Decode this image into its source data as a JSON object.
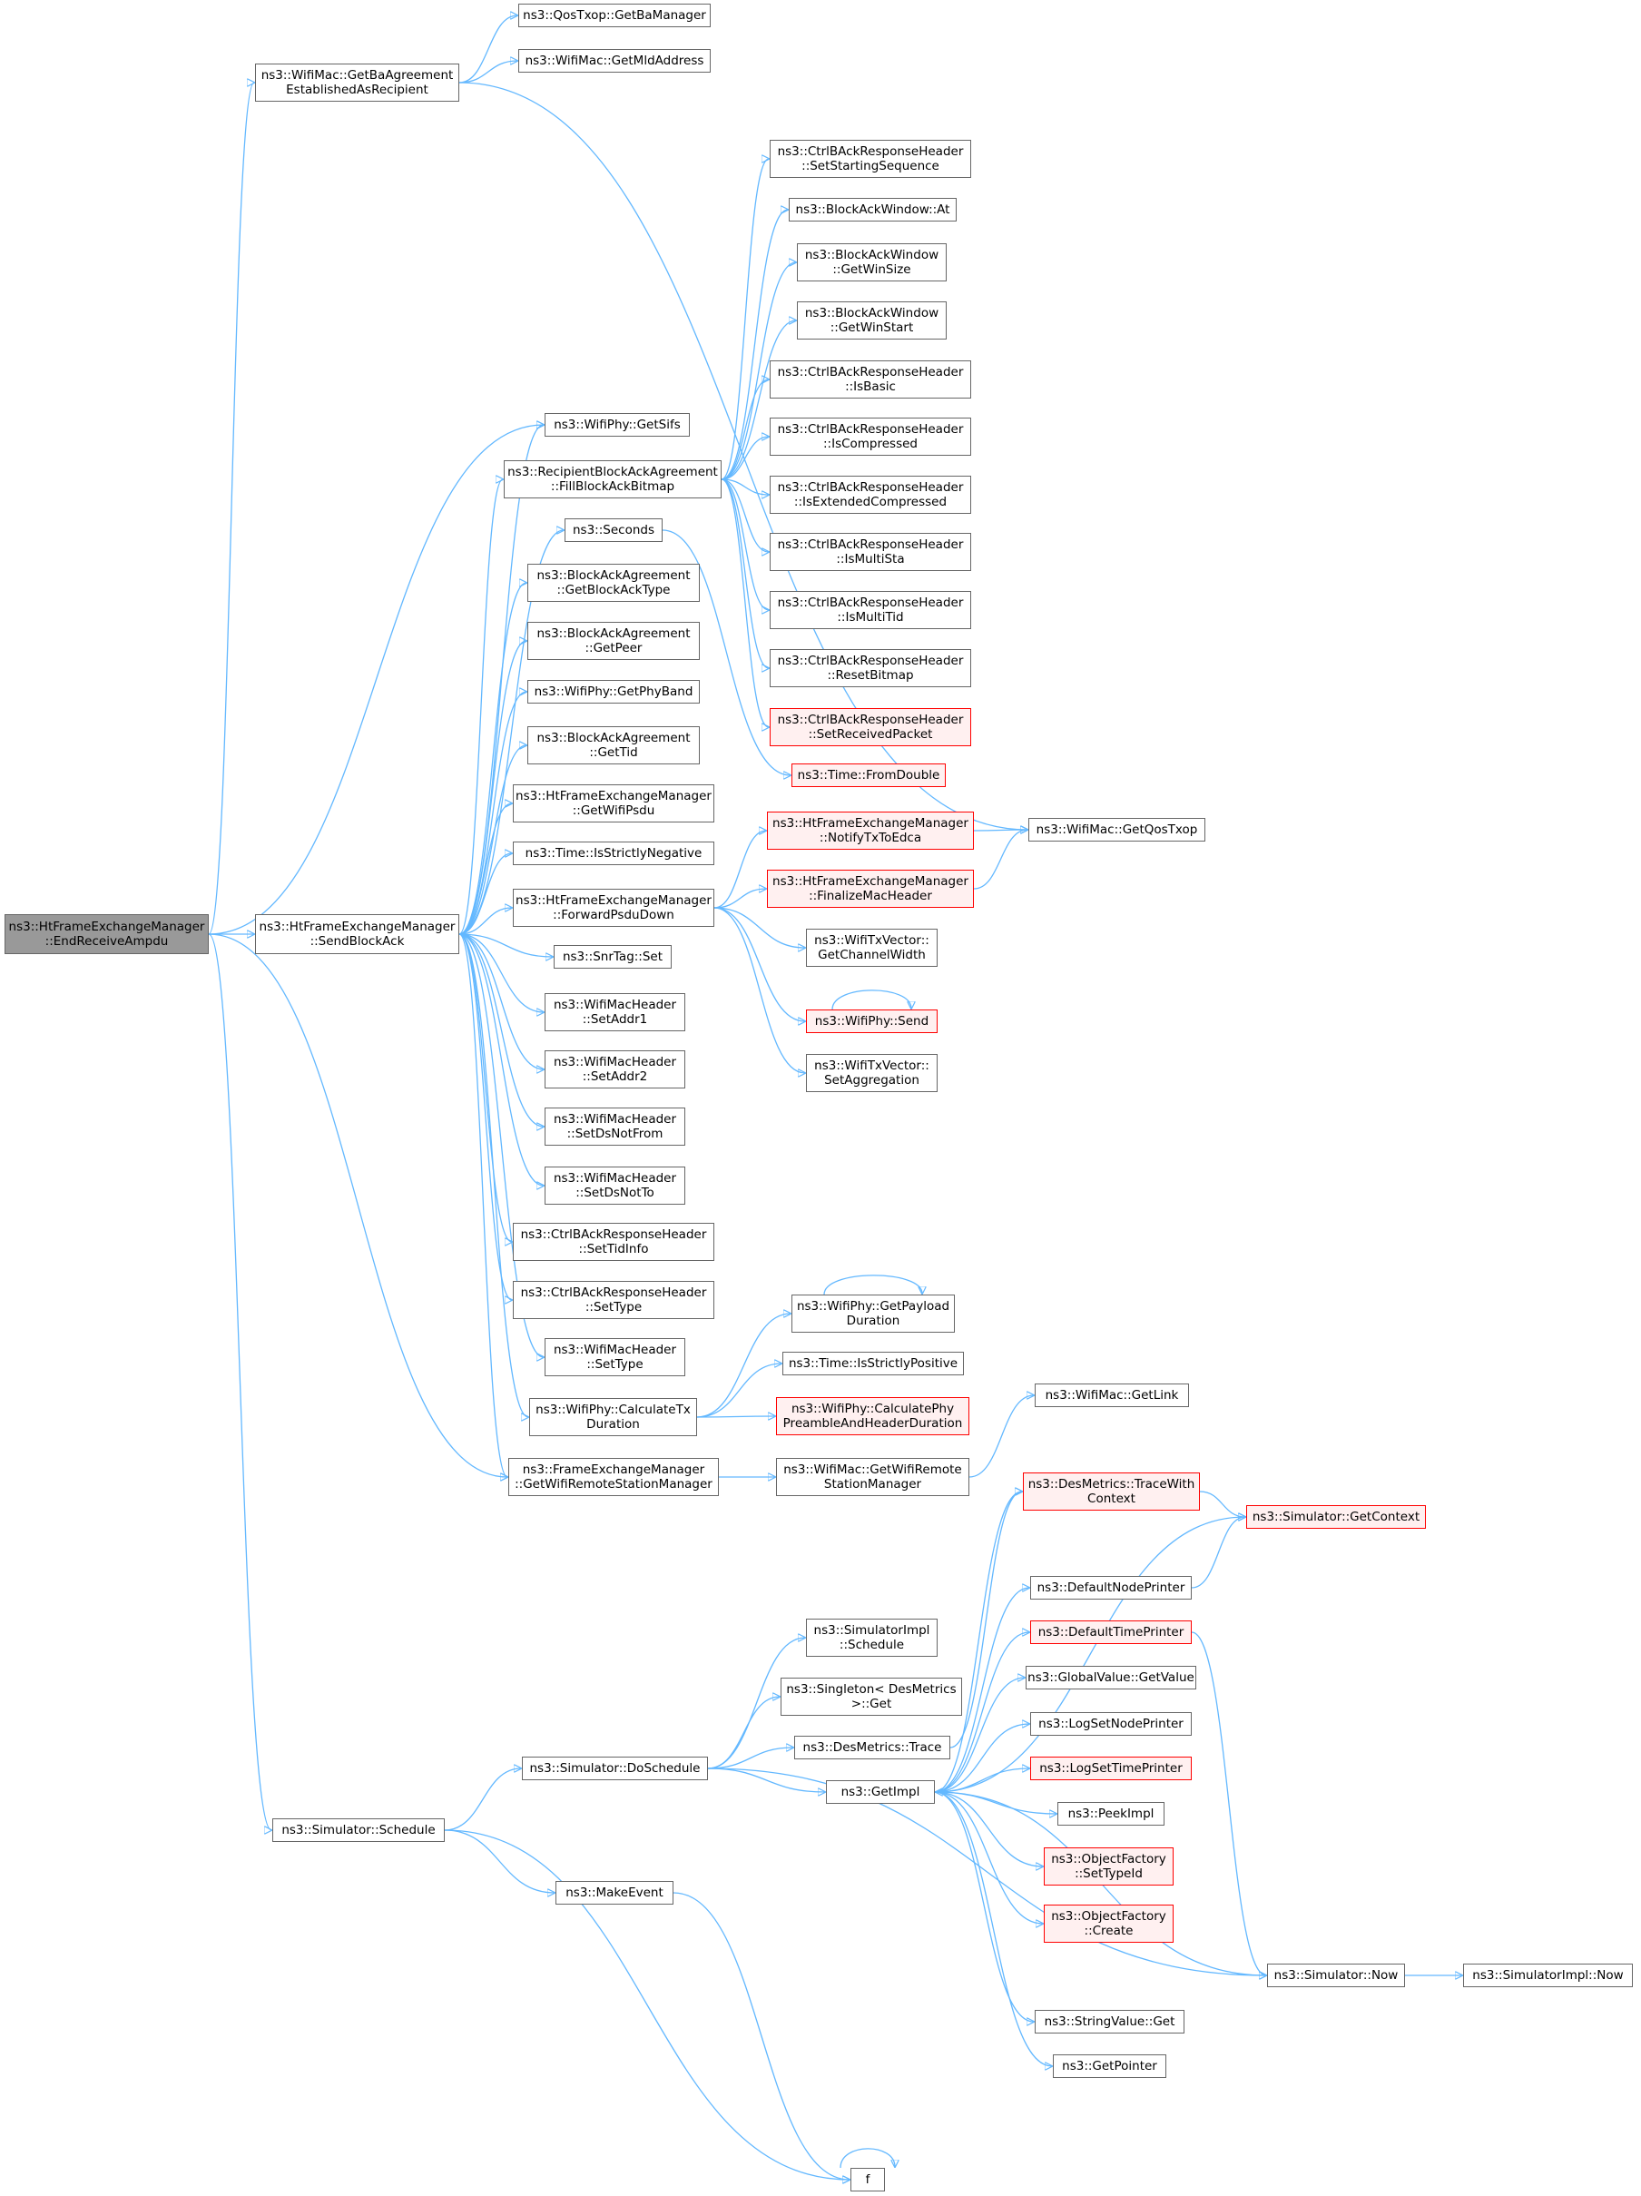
{
  "colors": {
    "edge": "#63b8ff",
    "node_border": "#666666",
    "root_fill": "#999999",
    "truncated_border": "#ff0000",
    "truncated_fill": "#fff0f0"
  },
  "nodes": [
    {
      "id": "root",
      "lines": [
        "ns3::HtFrameExchangeManager",
        "::EndReceiveAmpdu"
      ],
      "style": "root"
    },
    {
      "id": "getBaAgreement",
      "lines": [
        "ns3::WifiMac::GetBaAgreement",
        "EstablishedAsRecipient"
      ]
    },
    {
      "id": "getBaManager",
      "lines": [
        "ns3::QosTxop::GetBaManager"
      ]
    },
    {
      "id": "getMldAddress",
      "lines": [
        "ns3::WifiMac::GetMldAddress"
      ]
    },
    {
      "id": "getQosTxop",
      "lines": [
        "ns3::WifiMac::GetQosTxop"
      ]
    },
    {
      "id": "sendBlockAck",
      "lines": [
        "ns3::HtFrameExchangeManager",
        "::SendBlockAck"
      ]
    },
    {
      "id": "getSifs",
      "lines": [
        "ns3::WifiPhy::GetSifs"
      ]
    },
    {
      "id": "fillBitmap",
      "lines": [
        "ns3::RecipientBlockAckAgreement",
        "::FillBlockAckBitmap"
      ]
    },
    {
      "id": "seconds",
      "lines": [
        "ns3::Seconds"
      ]
    },
    {
      "id": "getBlockAckType",
      "lines": [
        "ns3::BlockAckAgreement",
        "::GetBlockAckType"
      ]
    },
    {
      "id": "getPeer",
      "lines": [
        "ns3::BlockAckAgreement",
        "::GetPeer"
      ]
    },
    {
      "id": "getPhyBand",
      "lines": [
        "ns3::WifiPhy::GetPhyBand"
      ]
    },
    {
      "id": "getTid",
      "lines": [
        "ns3::BlockAckAgreement",
        "::GetTid"
      ]
    },
    {
      "id": "getWifiPsdu",
      "lines": [
        "ns3::HtFrameExchangeManager",
        "::GetWifiPsdu"
      ]
    },
    {
      "id": "isStrictlyNegative",
      "lines": [
        "ns3::Time::IsStrictlyNegative"
      ]
    },
    {
      "id": "forwardPsduDown",
      "lines": [
        "ns3::HtFrameExchangeManager",
        "::ForwardPsduDown"
      ]
    },
    {
      "id": "snrTagSet",
      "lines": [
        "ns3::SnrTag::Set"
      ]
    },
    {
      "id": "setAddr1",
      "lines": [
        "ns3::WifiMacHeader",
        "::SetAddr1"
      ]
    },
    {
      "id": "setAddr2",
      "lines": [
        "ns3::WifiMacHeader",
        "::SetAddr2"
      ]
    },
    {
      "id": "setDsNotFrom",
      "lines": [
        "ns3::WifiMacHeader",
        "::SetDsNotFrom"
      ]
    },
    {
      "id": "setDsNotTo",
      "lines": [
        "ns3::WifiMacHeader",
        "::SetDsNotTo"
      ]
    },
    {
      "id": "setTidInfo",
      "lines": [
        "ns3::CtrlBAckResponseHeader",
        "::SetTidInfo"
      ]
    },
    {
      "id": "setTypeCtrl",
      "lines": [
        "ns3::CtrlBAckResponseHeader",
        "::SetType"
      ]
    },
    {
      "id": "setTypeMac",
      "lines": [
        "ns3::WifiMacHeader",
        "::SetType"
      ]
    },
    {
      "id": "calcTxDuration",
      "lines": [
        "ns3::WifiPhy::CalculateTx",
        "Duration"
      ]
    },
    {
      "id": "getWrsm",
      "lines": [
        "ns3::FrameExchangeManager",
        "::GetWifiRemoteStationManager"
      ]
    },
    {
      "id": "setStartSeq",
      "lines": [
        "ns3::CtrlBAckResponseHeader",
        "::SetStartingSequence"
      ]
    },
    {
      "id": "bawAt",
      "lines": [
        "ns3::BlockAckWindow::At"
      ]
    },
    {
      "id": "bawWinSize",
      "lines": [
        "ns3::BlockAckWindow",
        "::GetWinSize"
      ]
    },
    {
      "id": "bawWinStart",
      "lines": [
        "ns3::BlockAckWindow",
        "::GetWinStart"
      ]
    },
    {
      "id": "isBasic",
      "lines": [
        "ns3::CtrlBAckResponseHeader",
        "::IsBasic"
      ]
    },
    {
      "id": "isCompressed",
      "lines": [
        "ns3::CtrlBAckResponseHeader",
        "::IsCompressed"
      ]
    },
    {
      "id": "isExtCompressed",
      "lines": [
        "ns3::CtrlBAckResponseHeader",
        "::IsExtendedCompressed"
      ]
    },
    {
      "id": "isMultiSta",
      "lines": [
        "ns3::CtrlBAckResponseHeader",
        "::IsMultiSta"
      ]
    },
    {
      "id": "isMultiTid",
      "lines": [
        "ns3::CtrlBAckResponseHeader",
        "::IsMultiTid"
      ]
    },
    {
      "id": "resetBitmap",
      "lines": [
        "ns3::CtrlBAckResponseHeader",
        "::ResetBitmap"
      ]
    },
    {
      "id": "setReceivedPacket",
      "lines": [
        "ns3::CtrlBAckResponseHeader",
        "::SetReceivedPacket"
      ],
      "style": "trunc"
    },
    {
      "id": "fromDouble",
      "lines": [
        "ns3::Time::FromDouble"
      ],
      "style": "trunc"
    },
    {
      "id": "notifyTxToEdca",
      "lines": [
        "ns3::HtFrameExchangeManager",
        "::NotifyTxToEdca"
      ],
      "style": "trunc"
    },
    {
      "id": "finalizeMacHeader",
      "lines": [
        "ns3::HtFrameExchangeManager",
        "::FinalizeMacHeader"
      ],
      "style": "trunc"
    },
    {
      "id": "getChannelWidth",
      "lines": [
        "ns3::WifiTxVector::",
        "GetChannelWidth"
      ]
    },
    {
      "id": "phySend",
      "lines": [
        "ns3::WifiPhy::Send"
      ],
      "style": "trunc"
    },
    {
      "id": "setAggregation",
      "lines": [
        "ns3::WifiTxVector::",
        "SetAggregation"
      ]
    },
    {
      "id": "getPayloadDuration",
      "lines": [
        "ns3::WifiPhy::GetPayload",
        "Duration"
      ]
    },
    {
      "id": "isStrictlyPositive",
      "lines": [
        "ns3::Time::IsStrictlyPositive"
      ]
    },
    {
      "id": "calcPreamble",
      "lines": [
        "ns3::WifiPhy::CalculatePhy",
        "PreambleAndHeaderDuration"
      ],
      "style": "trunc"
    },
    {
      "id": "getLink",
      "lines": [
        "ns3::WifiMac::GetLink"
      ]
    },
    {
      "id": "macGetWrsm",
      "lines": [
        "ns3::WifiMac::GetWifiRemote",
        "StationManager"
      ]
    },
    {
      "id": "traceWithContext",
      "lines": [
        "ns3::DesMetrics::TraceWith",
        "Context"
      ],
      "style": "trunc"
    },
    {
      "id": "getContext",
      "lines": [
        "ns3::Simulator::GetContext"
      ],
      "style": "trunc"
    },
    {
      "id": "defaultNodePrinter",
      "lines": [
        "ns3::DefaultNodePrinter"
      ]
    },
    {
      "id": "defaultTimePrinter",
      "lines": [
        "ns3::DefaultTimePrinter"
      ],
      "style": "trunc"
    },
    {
      "id": "globalValueGet",
      "lines": [
        "ns3::GlobalValue::GetValue"
      ]
    },
    {
      "id": "logSetNodePrinter",
      "lines": [
        "ns3::LogSetNodePrinter"
      ]
    },
    {
      "id": "logSetTimePrinter",
      "lines": [
        "ns3::LogSetTimePrinter"
      ],
      "style": "trunc"
    },
    {
      "id": "peekImpl",
      "lines": [
        "ns3::PeekImpl"
      ]
    },
    {
      "id": "ofSetTypeId",
      "lines": [
        "ns3::ObjectFactory",
        "::SetTypeId"
      ],
      "style": "trunc"
    },
    {
      "id": "ofCreate",
      "lines": [
        "ns3::ObjectFactory",
        "::Create"
      ],
      "style": "trunc"
    },
    {
      "id": "simNow",
      "lines": [
        "ns3::Simulator::Now"
      ]
    },
    {
      "id": "simImplNow",
      "lines": [
        "ns3::SimulatorImpl::Now"
      ]
    },
    {
      "id": "stringValueGet",
      "lines": [
        "ns3::StringValue::Get"
      ]
    },
    {
      "id": "getPointer",
      "lines": [
        "ns3::GetPointer"
      ]
    },
    {
      "id": "simImplSchedule",
      "lines": [
        "ns3::SimulatorImpl",
        "::Schedule"
      ]
    },
    {
      "id": "singletonGet",
      "lines": [
        "ns3::Singleton< DesMetrics",
        ">::Get"
      ]
    },
    {
      "id": "desTrace",
      "lines": [
        "ns3::DesMetrics::Trace"
      ]
    },
    {
      "id": "doSchedule",
      "lines": [
        "ns3::Simulator::DoSchedule"
      ]
    },
    {
      "id": "getImpl",
      "lines": [
        "ns3::GetImpl"
      ]
    },
    {
      "id": "simSchedule",
      "lines": [
        "ns3::Simulator::Schedule"
      ]
    },
    {
      "id": "makeEvent",
      "lines": [
        "ns3::MakeEvent"
      ]
    },
    {
      "id": "f",
      "lines": [
        "f"
      ]
    }
  ]
}
